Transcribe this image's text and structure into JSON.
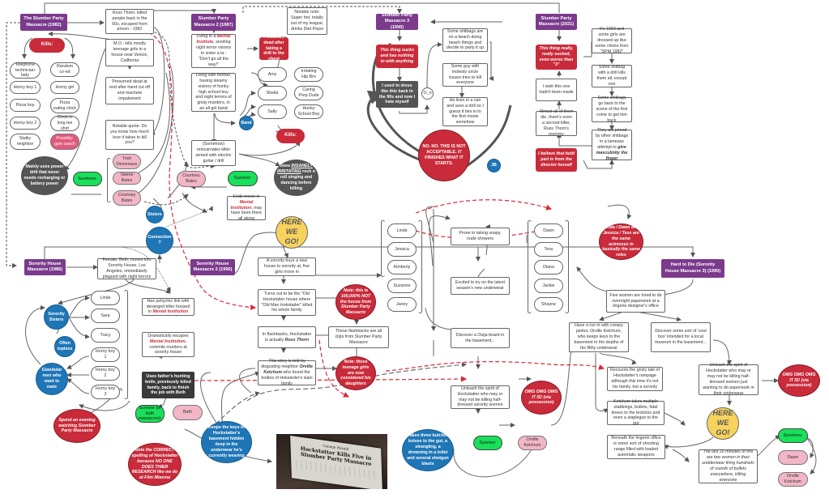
{
  "films": {
    "spm1982": "The Slumber Party Massacre (1982)",
    "spm2": "Slumber Party Massacre 2 (1987)",
    "spm3": "Slumber Party Massacre 3 (1990)",
    "spm2021": "Slumber Party Massacre (2021)",
    "shm1": "Sorority House Massacre (1986)",
    "shm2": "Sorority House Massacre 2 (1990)",
    "shm3": "Hard to Die (Sorority House Massacre 3) (1990)"
  },
  "spm1982": {
    "russ": "Russ Thorn: killed people back in the 60s, escaped from prison  - 1982",
    "mo": "M.O.: kills mostly teenage girls in a house near Venice, California",
    "presumed": "Presumed dead at end after hand cut off and machete impalement",
    "quote": "Notable quote: Do you know how much love it takes to kill you?",
    "kills_label": "Kills:",
    "kills": [
      "Telephone technician lady",
      "Horny boy 1",
      "Pizza boy",
      "Horny boy 2",
      "Stalky neighbor",
      "Random co-ed",
      "Horny girl",
      "Pizza eating chick",
      "Chick in long tee shirt",
      "Possibly: gym coach"
    ],
    "drill": "Mainly uses power drill that never needs recharging or battery power",
    "survivors_label": "Survivors:",
    "survivors": [
      "Trish Devereaux",
      "Valerie Bates",
      "Courtney Bates"
    ],
    "sisters": "Sisters",
    "connection": "Connection ?"
  },
  "spm2": {
    "mental_pre": "Living in a ",
    "mental_em": "Mental Institute",
    "mental_post": ", sending night terror visions to sister a la : \"Don't go all the way!\"",
    "mother": "Living with mother, having steamy visions of hunky high school boy and night terrors of grisly murders, in an all girl band",
    "presumed_dead": "Presumed dead after taking a drill to the chest",
    "notable": "Notable note: Super hot, totally out of my league, drinks Diet Pepsi",
    "band_label": "Band",
    "band": [
      "Amy",
      "Sheila",
      "Sally"
    ],
    "boys": [
      "Irritating Hip Bro",
      "Caring Prep Dude",
      "Hunky School Boy"
    ],
    "kills_label": "Kills:",
    "somehow": "(Somehow) reincarnates killer armed with electric guitar / drill",
    "insanely_pre": "Does ",
    "insanely_u1": "INSANELY",
    "insanely_u2": "IRRITATING",
    "insanely_post": " rock n roll singing and dancing before killing",
    "survivor_label": "Survivor:",
    "survivor": "Courtney Bates",
    "ends_pre": "Ends movie in ",
    "ends_em": "Mental Institution",
    "ends_post": ", may have been there all along"
  },
  "spm3": {
    "sucks_pre": "This ",
    "sucks_em": "thing",
    "sucks_post": " sucks and has nothing to with anything",
    "dress": "I used to dress like this back in the 90s and now I hate myself",
    "face": "O_o",
    "beach": "Some shitbags are on a beach doing beach things and decide to party it up",
    "guy": "Some guy with molesty uncle issues tries to kill everyone",
    "van": "He lives in a van and uses a drill so I guess it ties in to the first movie somehow",
    "no_no": "NO. NO. THIS IS NOT ACCEPTABLE. IT FINISHES WHAT IT STARTS.",
    "jb": "JB"
  },
  "spm2021": {
    "really": "This thing really, really sucked, even worse than \"3\"",
    "wish": "I wish this one hadn't been made",
    "almost": "Almost all of them die, there's even a second killer, Russ Thorn's mommy",
    "bold": "I believe that bold part is from the director herself",
    "y1993": "It's 1993 and some girls are dressed up like some chicks from \"SPM 1982\"",
    "shitbag": "Some shitbag with a drill kills them all, except one",
    "goback": "Some shitbags go back to the scene of the first crime to get him back",
    "joined_pre": "They are joined by other shitbags in a lameass attempt to ",
    "joined_em": "give masculinity the finger"
  },
  "shm1": {
    "beth": "Female, Beth, moves into Sorority House, Los Angeles, immediately plagued with night terrors",
    "psychic_pre": "Has pshychic link with deranged killer housed in ",
    "psychic_em": "Mental Institution",
    "escape_pre": "Dramatically escapes ",
    "escape_em": "Mental Institution,",
    "escape_post": " commits murders at sorority house",
    "knife": "Uses father's hunting knife, previously killed family, back to finish the job with Beth",
    "sorority_sisters": "Sorority Sisters",
    "sisters": [
      "Linda",
      "Sara",
      "Tracy"
    ],
    "topless": "Often topless",
    "glandular": "Glandular men who want to mate",
    "boys": [
      "Horny boy 1",
      "Horny boy 2",
      "Horny boy 3"
    ],
    "survivor_label": "Survivor (of both massacres):",
    "survivor": "Beth",
    "evening": "Spend an evening watching Slumber Party Massacre",
    "note_correct": "Note the CORRECT spelling of Hockstatter because NO ONE DOES THIER RESEARCH like we do at Film Miasma"
  },
  "shm2": {
    "here_we_go": "HERE WE GO!",
    "buys": "A sorority buys a new house to sorority at, five girls move in",
    "oldman": "Turns out to be the \"Old Hockstatter house where \"Old Man Hokstader\" killed his whole family",
    "note100": "Note: this is 100,000% NOT the house from Slumber Party Massacre",
    "flashbacks_pre": "In flashbacks, Hockstatter is actually ",
    "flashbacks_em": "Russ Thorn",
    "clips": "These flashbacks are all clips from Slumber Party Massacre",
    "story_pre": "This story is told by disgusting neighbor ",
    "story_em": "Orville Ketchum",
    "story_post": " who found the bodies of Hoksteder's slain family",
    "daughters": "Note: those teenage girls are now considered his daughters",
    "keys": "Keeps the keys to Hockstatter's basement hidden deep in the underwear he's currently wearing",
    "butcher": "Takes three butcher knives to the gut, a strangling, a drowning in a toilet and several shotgun blasts",
    "girls": [
      "Linda",
      "Jessica",
      "Kimberly",
      "Suzanne",
      "Janey"
    ],
    "soapy": "Prone to taking soapy, nude showers",
    "underwear": "Excited to try on the latest season's new underwear",
    "ouija": "Discover a Ouija board in the basement...",
    "unleash": "Unleash the spirit of Hockstatter who may or may not be killing half-dressed sorority women",
    "omg": "OMG OMG OMG IT IS!  (via possession)",
    "survivor_label": "Survivor:",
    "survivor": "Orville Ketchum",
    "newspaper_masthead": "Canoga Herald",
    "newspaper_headline": "Hockstatter Kills Five in Slumber Party Massacre"
  },
  "shm3": {
    "girls": [
      "Dawn",
      "Tess",
      "Diana",
      "Jackie",
      "Shayne"
    ],
    "same_actresses": "Linda / Dawn and Jessica / Tess are the same actresses in basically the same roles",
    "five_women": "Five women are hired to do overnight paperwork at a lingerie designer's office",
    "janitor": "Have a run in with creepy janitor, Orville Ketchum, who keeps keys to the basement in the depths of his filthy underwear",
    "soulbox": "Discover some sort of 'soul box' intended for a local museum  in the basement...",
    "recounts": "Recounts the grisly tale of Hockstatter's rampage although this time it's not his family, but a sorority",
    "unleash": "Unleash the spirit of Hockstatter who may or may not be killing half-dressed women just wanting to do paperwork in their underwear",
    "omg": "OMG OMG OMG IT IS!  (via possession)",
    "ketchum": "Ketchum takes multiple stabbings, bullets, fatal knees to the testicles and even a staplegun to the gut",
    "here_we_go": "HERE WE GO!",
    "range": "Beneath the lingerie office is some sort of shooting range filled with loaded automatic weapons",
    "last20": "The last 20 minutes of this are two women in their undderwear firing hundreds of rounds of bullets everywhere, killing everyone",
    "survivors_label": "Survivors:",
    "survivors": [
      "Dawn",
      "Orville Ketchum"
    ]
  },
  "colors": {
    "film_purple": "#7b3a8c",
    "alert_red": "#c92b3a",
    "group_blue": "#1f76b6",
    "survivor_green": "#19e05a",
    "survivor_pink": "#f2b6c6",
    "here_yellow": "#f7d35e",
    "dark_grey": "#545454"
  }
}
